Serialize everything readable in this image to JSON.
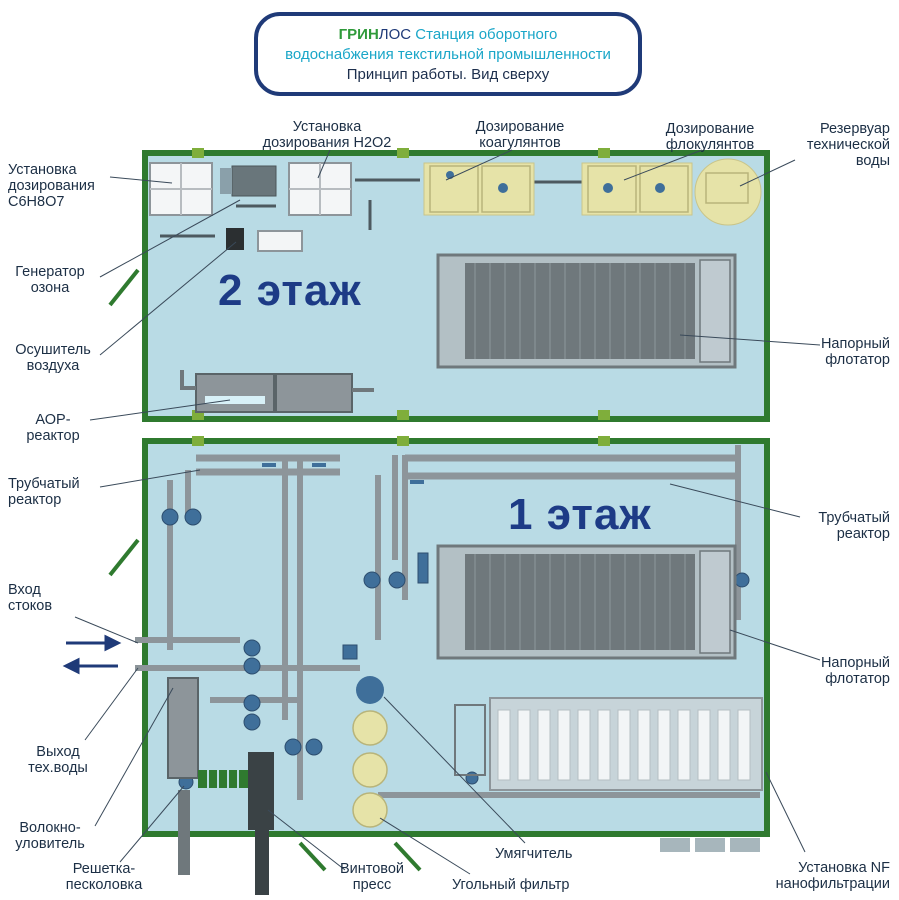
{
  "title": {
    "brand_green": "ГРИН",
    "brand_blue": "ЛОС",
    "line1_rest": " Станция оборотного",
    "line2": "водоснабжения текстильной промышленности",
    "line3": "Принцип работы. Вид сверху"
  },
  "floors": {
    "floor2": "2 этаж",
    "floor1": "1 этаж"
  },
  "labels": {
    "h2o2_1": "Установка",
    "h2o2_2": "дозирования H2O2",
    "coag_1": "Дозирование",
    "coag_2": "коагулянтов",
    "floc_1": "Дозирование",
    "floc_2": "флокулянтов",
    "tank_1": "Резервуар",
    "tank_2": "технической",
    "tank_3": "воды",
    "citric_1": "Установка",
    "citric_2": "дозирования",
    "citric_3": "C6H8O7",
    "ozone_1": "Генератор",
    "ozone_2": "озона",
    "dryer_1": "Осушитель",
    "dryer_2": "воздуха",
    "aop_1": "АОР-",
    "aop_2": "реактор",
    "flot2_1": "Напорный",
    "flot2_2": "флотатор",
    "tube_l_1": "Трубчатый",
    "tube_l_2": "реактор",
    "tube_r_1": "Трубчатый",
    "tube_r_2": "реактор",
    "inlet_1": "Вход",
    "inlet_2": "стоков",
    "outlet_1": "Выход",
    "outlet_2": "тех.воды",
    "fiber_1": "Волокно-",
    "fiber_2": "уловитель",
    "grate_1": "Решетка-",
    "grate_2": "песколовка",
    "flot1_1": "Напорный",
    "flot1_2": "флотатор",
    "softener": "Умягчитель",
    "screw_1": "Винтовой",
    "screw_2": "пресс",
    "carbon": "Угольный фильтр",
    "nf_1": "Установка NF",
    "nf_2": "нанофильтрации"
  },
  "colors": {
    "floor_fill": "#b9dbe5",
    "floor_border": "#2f7a2f",
    "dosing_fill": "#e6e3a8",
    "pipe": "#8d959a",
    "equipment": "#6f787c",
    "pump": "#3f6f9a",
    "floor_text": "#1d3b86",
    "arrow": "#1f3a78"
  }
}
